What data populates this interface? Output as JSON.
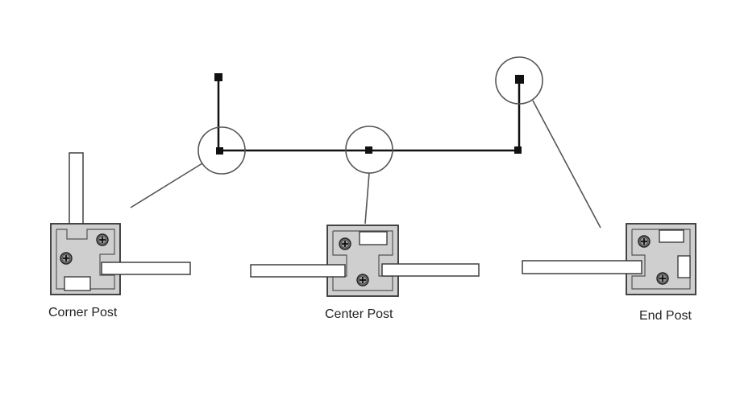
{
  "labels": {
    "corner_post": "Corner Post",
    "center_post": "Center Post",
    "end_post": "End Post"
  },
  "colors": {
    "post_fill": "#cfcfcf",
    "post_stroke": "#3a3a3a",
    "line": "#111111",
    "leader": "#555555",
    "panel_fill": "#ffffff"
  },
  "icons": {
    "screw": "phillips-screw-icon",
    "node": "square-node-icon"
  }
}
